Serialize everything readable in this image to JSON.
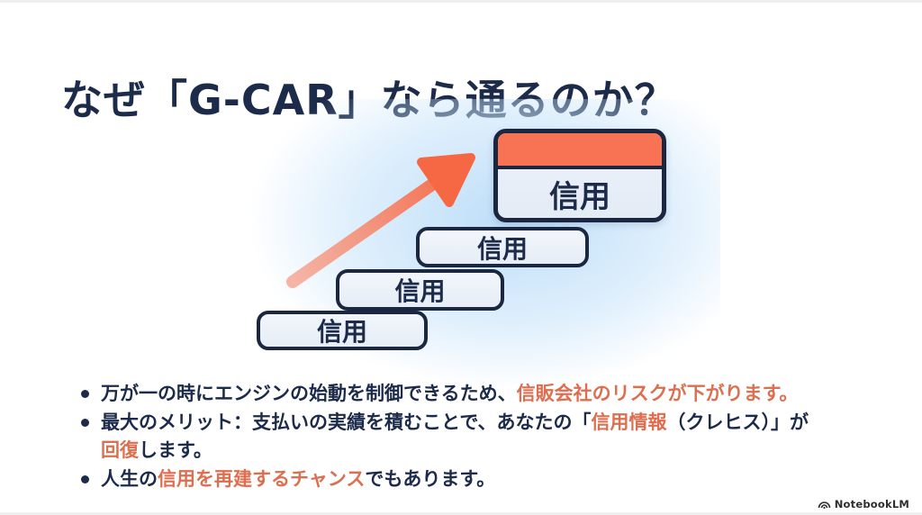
{
  "slide": {
    "title": "なぜ「G-CAR」なら通るのか？",
    "watermark": {
      "brand": "NotebookLM"
    }
  },
  "diagram": {
    "type": "ascending-staircase",
    "steps": [
      {
        "label": "信用"
      },
      {
        "label": "信用"
      },
      {
        "label": "信用"
      }
    ],
    "top_card": {
      "label": "信用",
      "style": "credit-card-with-orange-band"
    },
    "arrow": "upward-trend-arrow",
    "colors": {
      "navy_text": "#1D2B4A",
      "box_border": "#1B2740",
      "box_fill": "#E9EFF7",
      "card_band_orange": "#F87254",
      "arrow_orange_head": "#F66744",
      "arrow_orange_tail": "#F5A896",
      "glow_blue": "#BADCF8",
      "emphasis_orange": "#DD6E4F"
    }
  },
  "bullets": [
    {
      "segments": [
        {
          "text": "万が一の時にエンジンの始動を制御できるため、",
          "em": false
        },
        {
          "text": "信販会社のリスクが下がります。",
          "em": true
        }
      ]
    },
    {
      "segments": [
        {
          "text": "最大のメリット：支払いの実績を積むことで、あなたの「",
          "em": false
        },
        {
          "text": "信用情報",
          "em": true
        },
        {
          "text": "（クレヒス）」が",
          "em": false
        },
        {
          "text": "回復",
          "em": true
        },
        {
          "text": "します。",
          "em": false
        }
      ]
    },
    {
      "segments": [
        {
          "text": "人生の",
          "em": false
        },
        {
          "text": "信用を再建するチャンス",
          "em": true
        },
        {
          "text": "でもあります。",
          "em": false
        }
      ]
    }
  ]
}
